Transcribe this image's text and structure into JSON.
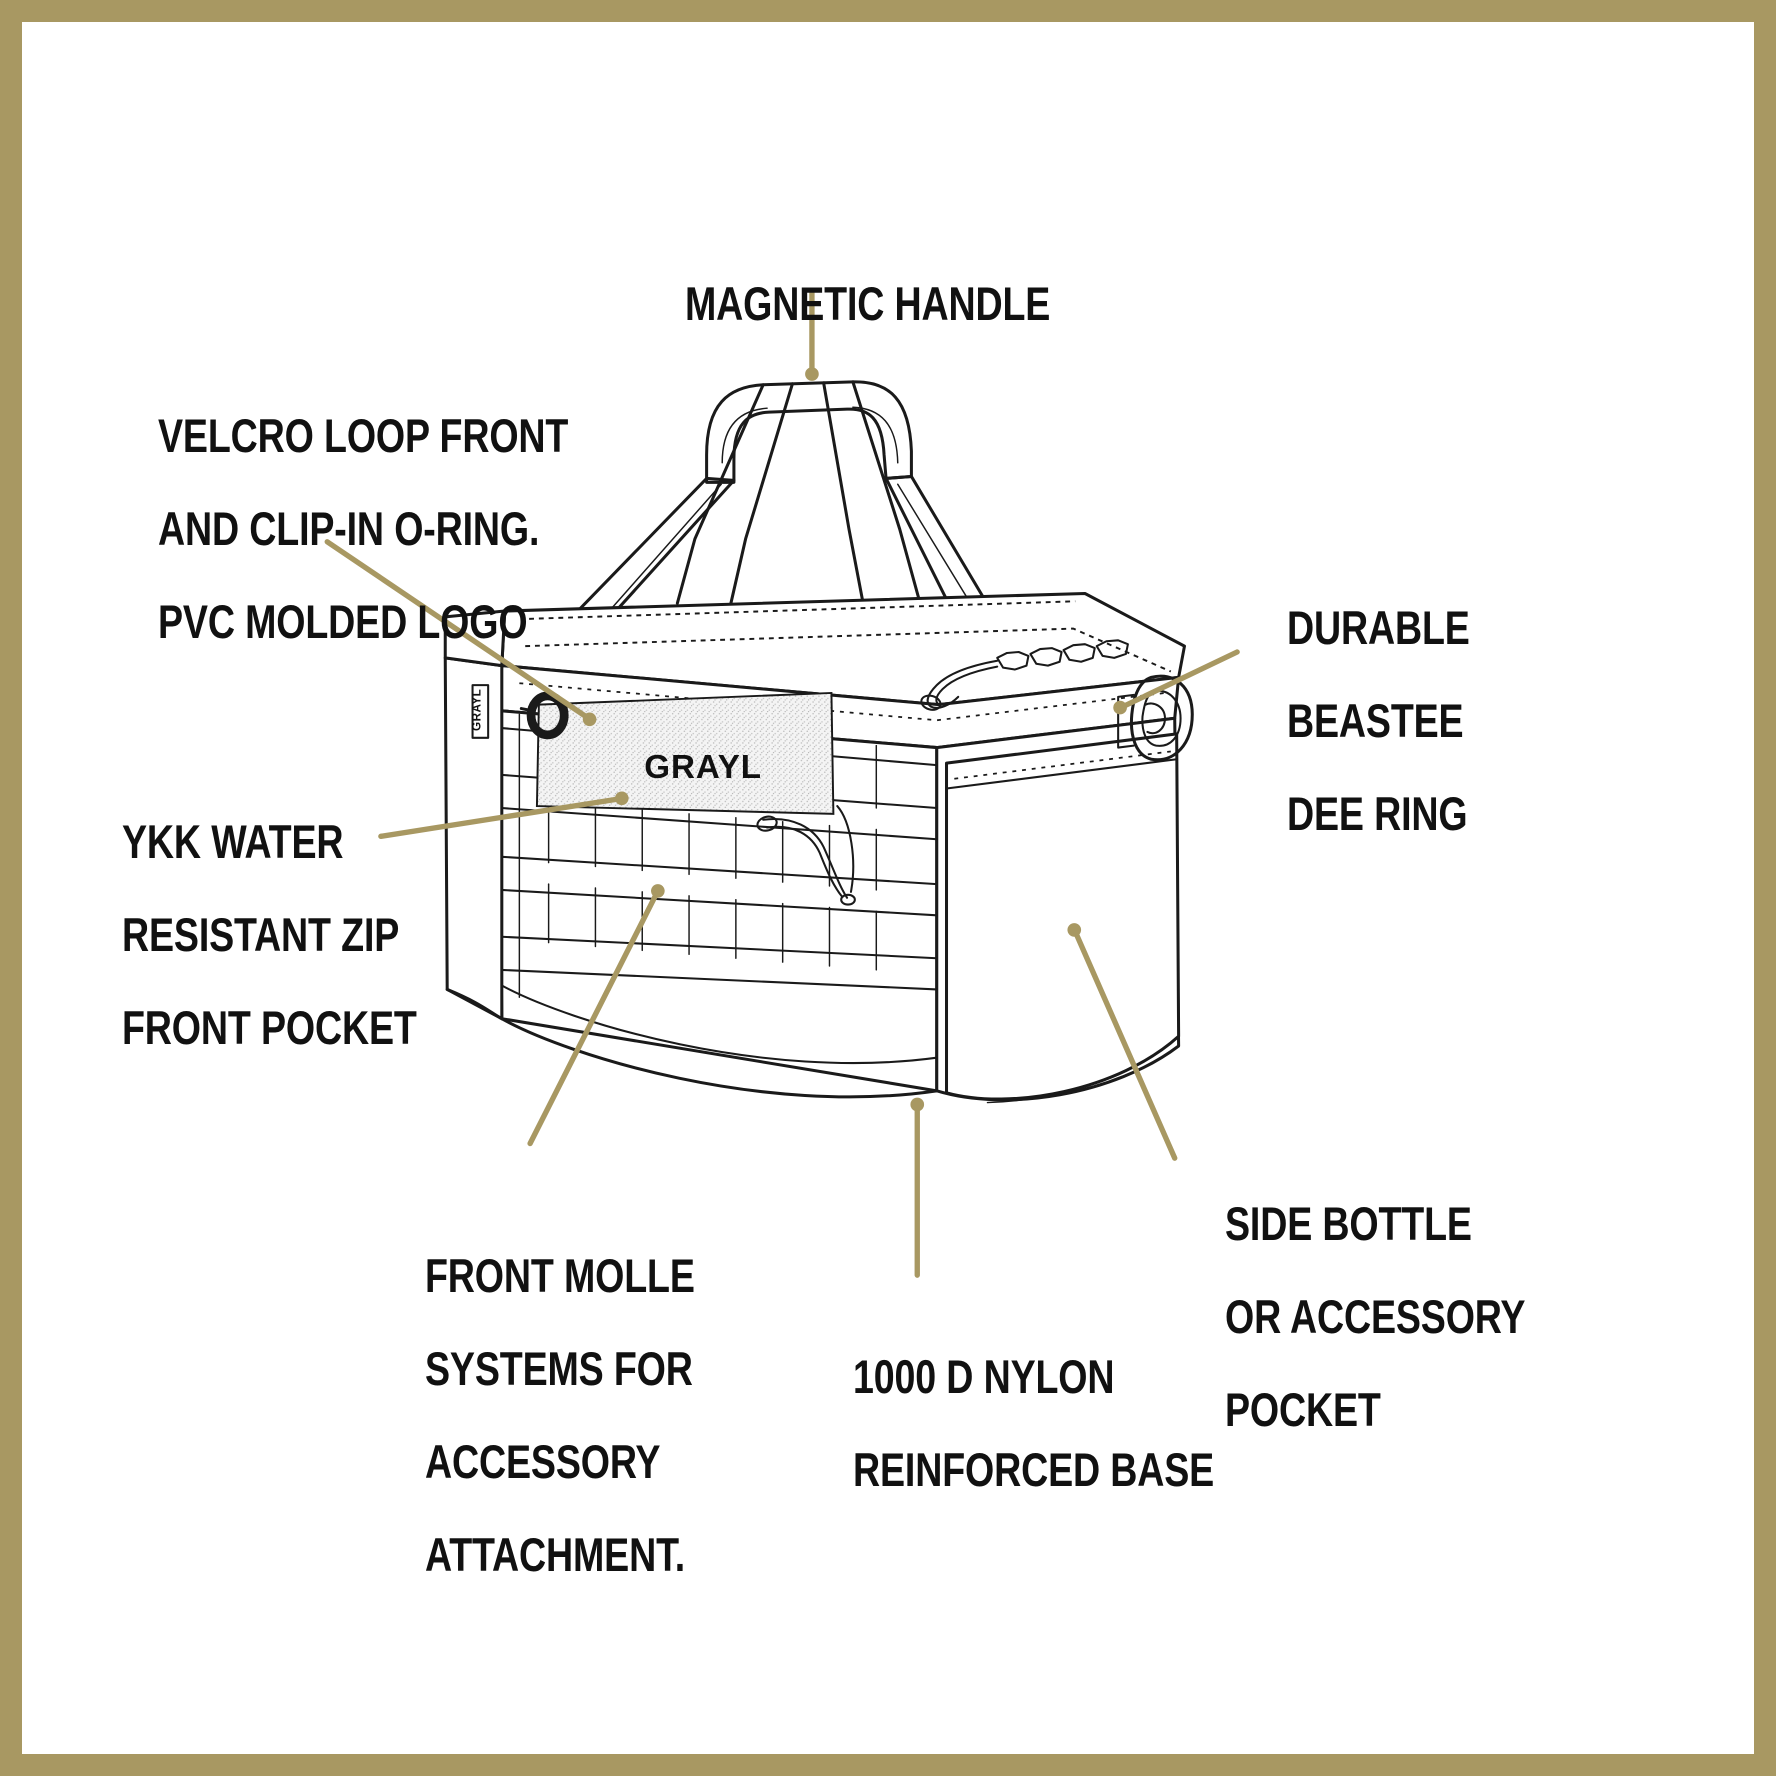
{
  "page": {
    "border_color": "#a89862",
    "background_color": "#ffffff",
    "ink_color": "#1a1a1a",
    "leader_color": "#a89862"
  },
  "product": {
    "brand": "GRAYL",
    "tag_text": "GRAYL",
    "panel_logo": "GRAYL"
  },
  "callouts": {
    "magnetic_handle": {
      "lines": [
        "MAGNETIC HANDLE"
      ]
    },
    "velcro": {
      "lines": [
        "VELCRO LOOP FRONT",
        "AND CLIP-IN O-RING.",
        "PVC MOLDED LOGO"
      ]
    },
    "ykk": {
      "lines": [
        "YKK WATER",
        "RESISTANT ZIP",
        "FRONT POCKET"
      ]
    },
    "molle": {
      "lines": [
        "FRONT MOLLE",
        "SYSTEMS FOR",
        "ACCESSORY",
        "ATTACHMENT."
      ]
    },
    "nylon": {
      "lines": [
        "1000 D NYLON",
        "REINFORCED BASE"
      ]
    },
    "dee_ring": {
      "lines": [
        "DURABLE",
        "BEASTEE",
        "DEE RING"
      ]
    },
    "side_pocket": {
      "lines": [
        "SIDE BOTTLE",
        "OR ACCESSORY",
        "POCKET"
      ]
    }
  }
}
